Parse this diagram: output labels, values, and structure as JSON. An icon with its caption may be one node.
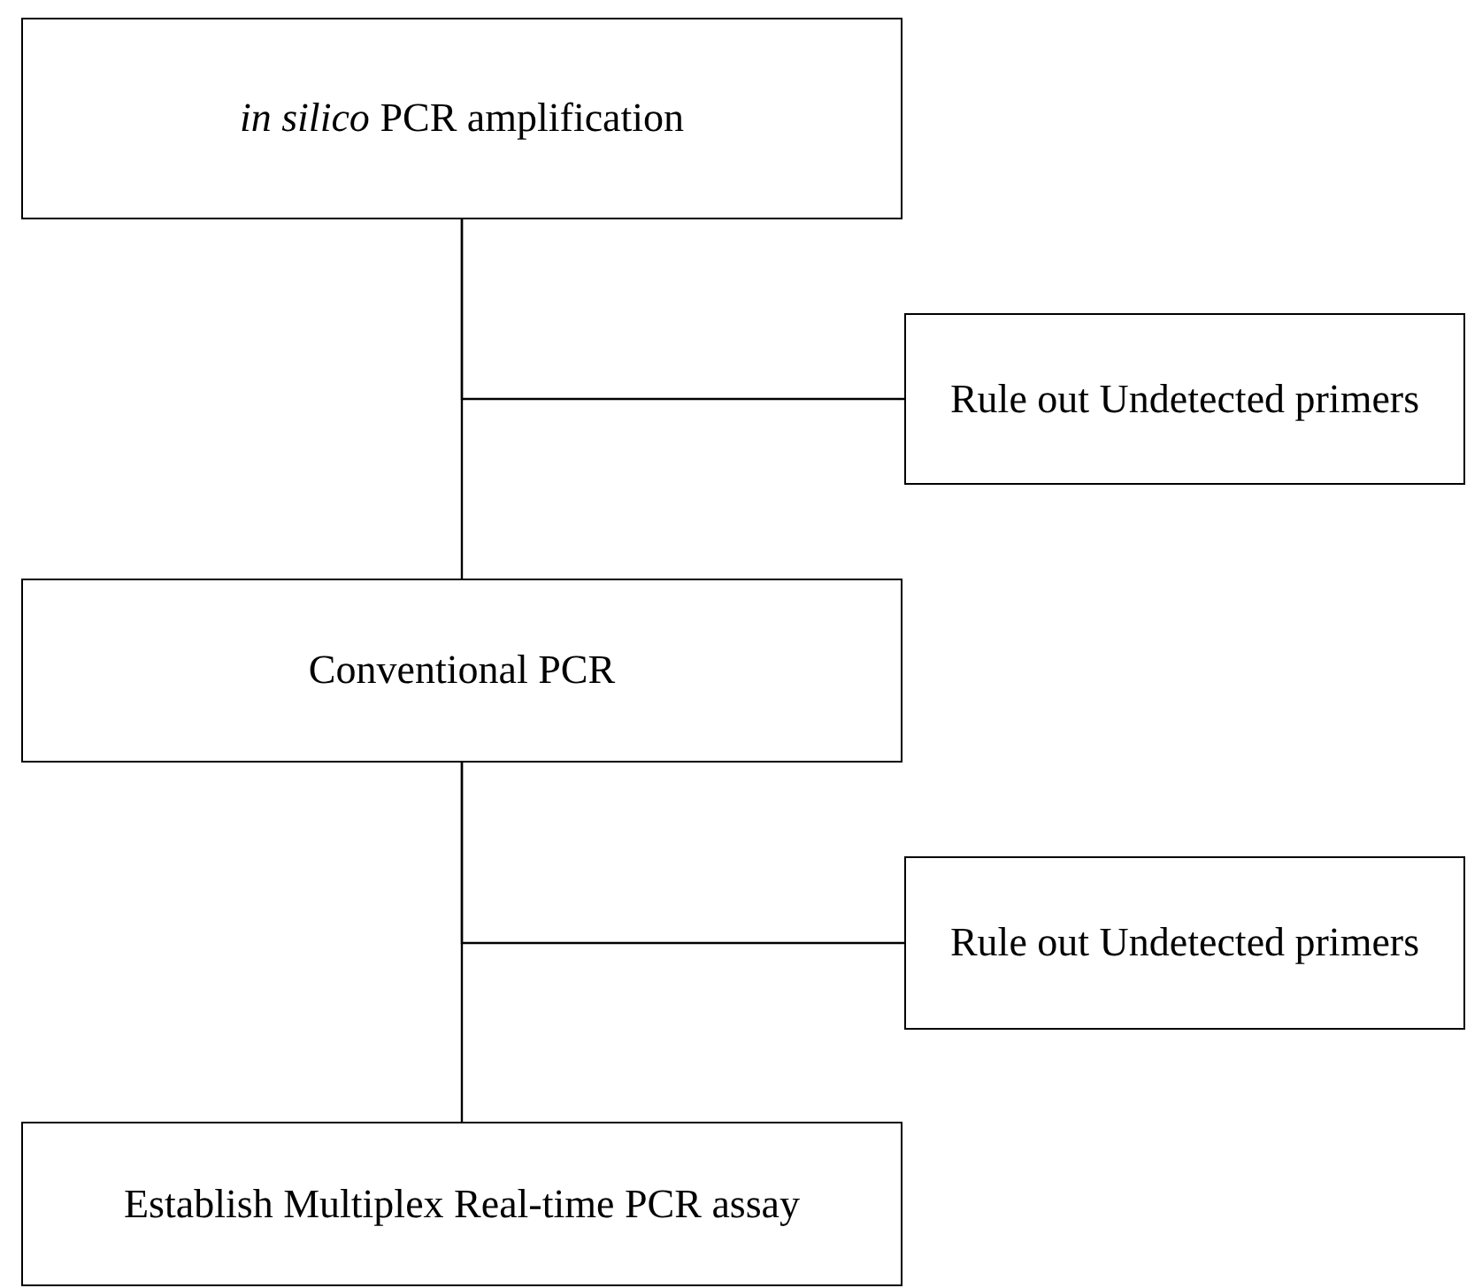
{
  "diagram": {
    "nodes": [
      {
        "text": [
          "*in silico* PCR amplification"
        ]
      },
      {
        "text": [
          "Rule out Undetected primers"
        ]
      },
      {
        "text": [
          "Conventional PCR"
        ]
      },
      {
        "text": [
          "Rule out Undetected primers"
        ]
      },
      {
        "text": [
          "Establish Multiplex Real-time PCR assay"
        ]
      }
    ],
    "edges": [
      {
        "from": 0,
        "to": 2,
        "arrow": "none"
      },
      {
        "from": 0,
        "to": 1,
        "arrow": "none"
      },
      {
        "from": 2,
        "to": 4,
        "arrow": "none"
      },
      {
        "from": 2,
        "to": 3,
        "arrow": "none"
      }
    ]
  }
}
